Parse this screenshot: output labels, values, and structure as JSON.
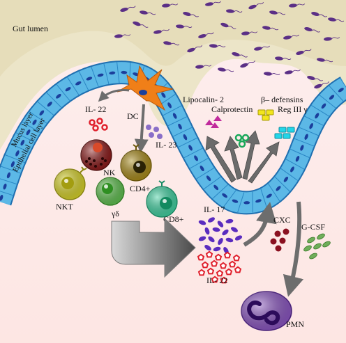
{
  "regions": {
    "gut_lumen": "Gut lumen",
    "mucus_layer": "Mucus layer",
    "epithelial_layer": "Epithelial cell layer"
  },
  "cells": {
    "dc": "DC",
    "nk": "NK",
    "nkt": "NKT",
    "gamma_delta": "γδ",
    "cd4": "CD4+",
    "cd8": "CD8+",
    "pmn": "PMN"
  },
  "cytokines": {
    "il22_top": "IL- 22",
    "il23": "IL- 23",
    "il17": "IL- 17",
    "il22_bottom": "IL- 22",
    "cxc": "CXC",
    "gcsf": "G-CSF"
  },
  "antimicrobials": {
    "lipocalin": "Lipocalin- 2",
    "defensins": "β– defensins",
    "calprotectin": "Calprotectin",
    "reg3": "Reg III γ"
  },
  "colors": {
    "lumen": "#ece5c8",
    "mucus": "#f4efdb",
    "epithelium": "#5cb8e6",
    "nucleus": "#1b3f9c",
    "tissue": "#fbe7e6",
    "bacteria": "#5b2f86",
    "dc": "#f07f18",
    "nk": "#8b1a1a",
    "nkt": "#d6d128",
    "gamma_delta": "#5fbf4f",
    "cd4": "#a88a1a",
    "cd8": "#3fd0a0",
    "il17": "#5a2cbf",
    "il22": "#e0202c",
    "cxc": "#8a1020",
    "gcsf": "#6fae5a",
    "pmn": "#7a3fb0",
    "arrow": "#707070"
  }
}
